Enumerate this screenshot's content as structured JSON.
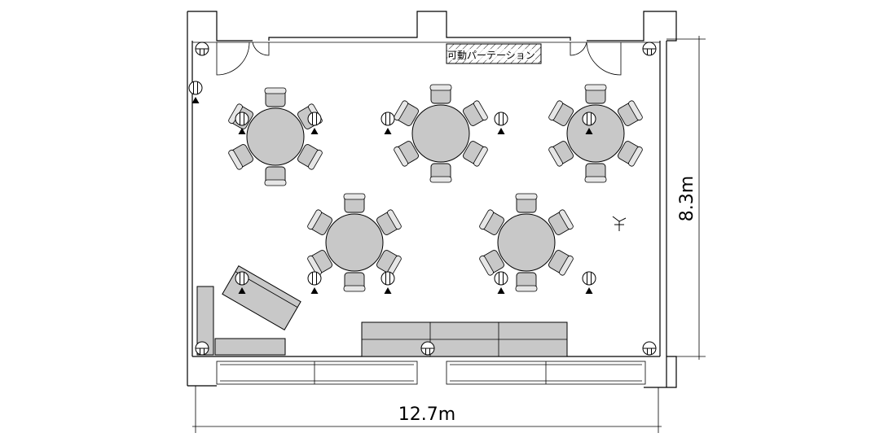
{
  "dimensions": {
    "width_label": "12.7m",
    "height_label": "8.3m"
  },
  "partition": {
    "label": "可動パーテーション"
  },
  "tables": [
    {
      "id": "t1"
    },
    {
      "id": "t2"
    },
    {
      "id": "t3"
    },
    {
      "id": "t4"
    },
    {
      "id": "t5"
    }
  ],
  "icons": {
    "light": "spotlight-icon",
    "sensor": "detector-icon",
    "fan": "fan-symbol-icon"
  }
}
